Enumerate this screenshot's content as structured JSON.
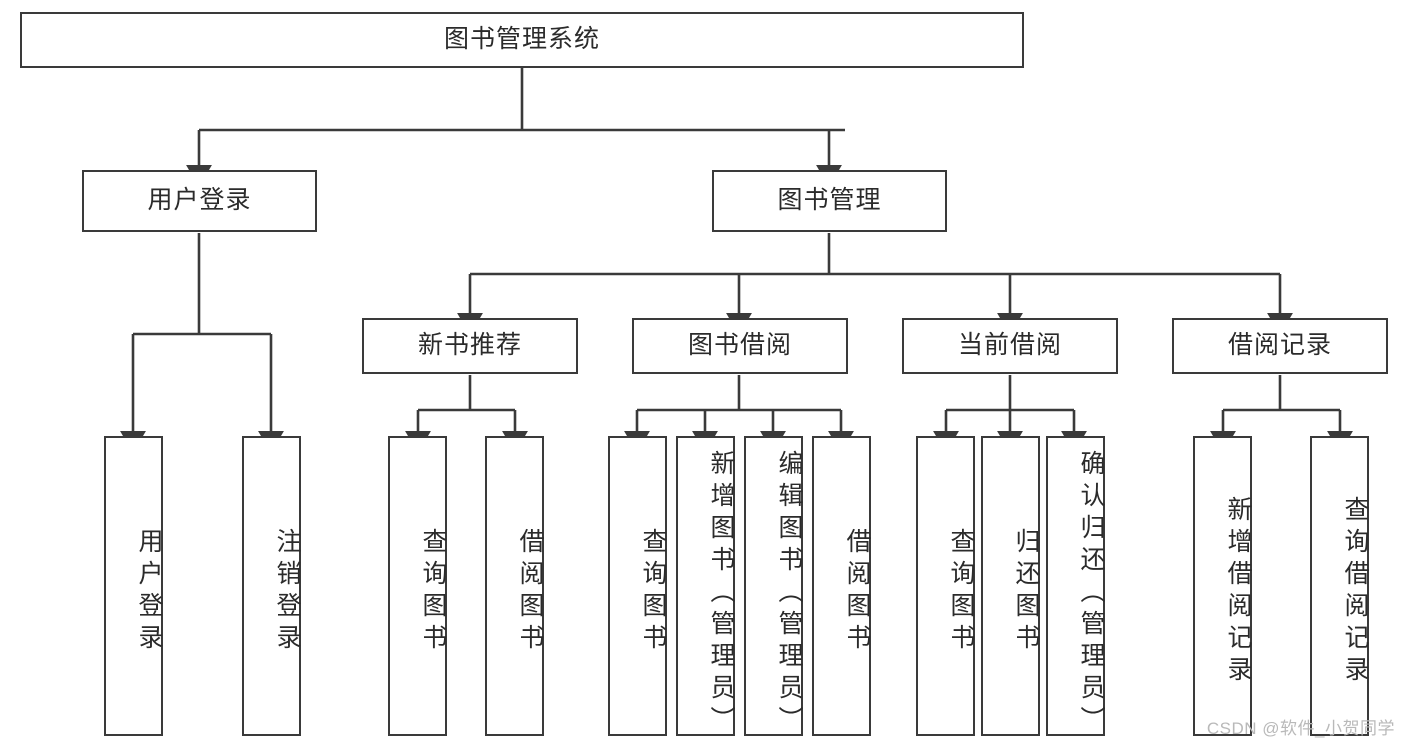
{
  "diagram": {
    "type": "tree-hierarchy",
    "title": "图书管理系统",
    "root": {
      "label": "图书管理系统",
      "id": "root"
    },
    "level2": [
      {
        "id": "user-login",
        "label": "用户登录"
      },
      {
        "id": "book-manage",
        "label": "图书管理"
      }
    ],
    "level3": [
      {
        "id": "new-book-recommend",
        "label": "新书推荐",
        "parent": "book-manage"
      },
      {
        "id": "book-borrow",
        "label": "图书借阅",
        "parent": "book-manage"
      },
      {
        "id": "current-borrow",
        "label": "当前借阅",
        "parent": "book-manage"
      },
      {
        "id": "borrow-record",
        "label": "借阅记录",
        "parent": "book-manage"
      }
    ],
    "leaves": [
      {
        "id": "leaf-user-login",
        "label": "用户登录",
        "parent": "user-login"
      },
      {
        "id": "leaf-logout",
        "label": "注销登录",
        "parent": "user-login"
      },
      {
        "id": "leaf-query-book-1",
        "label": "查询图书",
        "parent": "new-book-recommend"
      },
      {
        "id": "leaf-borrow-book-1",
        "label": "借阅图书",
        "parent": "new-book-recommend"
      },
      {
        "id": "leaf-query-book-2",
        "label": "查询图书",
        "parent": "book-borrow"
      },
      {
        "id": "leaf-add-book",
        "label": "新增图书（管理员）",
        "parent": "book-borrow"
      },
      {
        "id": "leaf-edit-book",
        "label": "编辑图书（管理员）",
        "parent": "book-borrow"
      },
      {
        "id": "leaf-borrow-book-2",
        "label": "借阅图书",
        "parent": "book-borrow"
      },
      {
        "id": "leaf-query-book-3",
        "label": "查询图书",
        "parent": "current-borrow"
      },
      {
        "id": "leaf-return-book",
        "label": "归还图书",
        "parent": "current-borrow"
      },
      {
        "id": "leaf-confirm-return",
        "label": "确认归还（管理员）",
        "parent": "current-borrow"
      },
      {
        "id": "leaf-add-record",
        "label": "新增借阅记录",
        "parent": "borrow-record"
      },
      {
        "id": "leaf-query-record",
        "label": "查询借阅记录",
        "parent": "borrow-record"
      }
    ]
  },
  "watermark": {
    "text": "CSDN @软件_小贺同学"
  },
  "colors": {
    "stroke": "#3a3a3a",
    "text": "#2b2b2b",
    "background": "#ffffff",
    "watermark": "#b9b9b9"
  }
}
